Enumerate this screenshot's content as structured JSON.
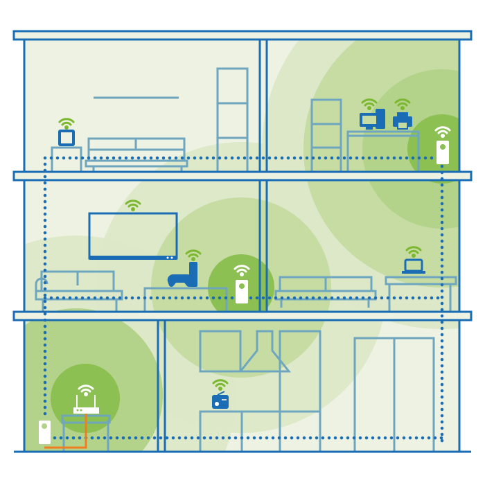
{
  "illustration": {
    "subject": "house-cross-section-wifi-coverage",
    "colors": {
      "wall": "#1a6db5",
      "background": "#eef2e2",
      "coverage_outer": "#dce8c8",
      "coverage_mid": "#c6dca3",
      "coverage_inner": "#8dc052",
      "furniture": "#6fa6bf",
      "wifi_signal": "#7cb82f",
      "cable": "#f07d22",
      "powerline_dots": "#1a6db5"
    },
    "devices": [
      {
        "name": "tablet",
        "floor": "top",
        "icon": "tablet-icon"
      },
      {
        "name": "desktop-computer",
        "floor": "top",
        "icon": "computer-icon"
      },
      {
        "name": "printer",
        "floor": "top",
        "icon": "printer-icon"
      },
      {
        "name": "powerline-adapter-top",
        "floor": "top",
        "icon": "powerline-adapter-icon"
      },
      {
        "name": "smart-tv",
        "floor": "middle",
        "icon": "tv-icon"
      },
      {
        "name": "game-console",
        "floor": "middle",
        "icon": "gamepad-icon"
      },
      {
        "name": "powerline-adapter-middle",
        "floor": "middle",
        "icon": "powerline-adapter-icon"
      },
      {
        "name": "laptop",
        "floor": "middle",
        "icon": "laptop-icon"
      },
      {
        "name": "router",
        "floor": "bottom",
        "icon": "router-icon"
      },
      {
        "name": "radio",
        "floor": "bottom",
        "icon": "radio-icon"
      },
      {
        "name": "powerline-adapter-base",
        "floor": "bottom",
        "icon": "powerline-adapter-icon"
      }
    ]
  }
}
